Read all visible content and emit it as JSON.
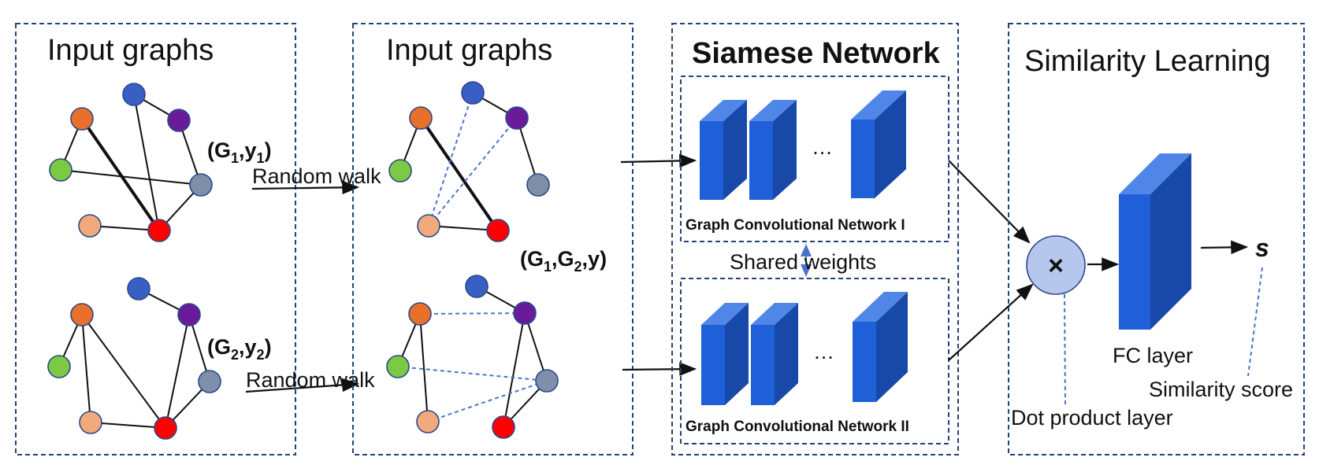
{
  "panels": {
    "input": {
      "title": "Input graphs"
    },
    "walk": {
      "title": "Input graphs"
    },
    "siamese": {
      "title": "Siamese Network"
    },
    "similarity": {
      "title": "Similarity Learning"
    }
  },
  "graph1": {
    "pair_label": {
      "g": "(G",
      "sub1": "1",
      "mid": ",y",
      "sub2": "1",
      "end": ")"
    }
  },
  "graph2": {
    "pair_label": {
      "g": "(G",
      "sub1": "2",
      "mid": ",y",
      "sub2": "2",
      "end": ")"
    }
  },
  "pair_label": {
    "g1": "(G",
    "sub1": "1",
    "g2": ",G",
    "sub2": "2",
    "end": ",y)"
  },
  "random_walk_label": "Random walk",
  "gcn1": {
    "label": "Graph Convolutional Network I",
    "ellipsis": "…"
  },
  "gcn2": {
    "label": "Graph Convolutional Network II",
    "ellipsis": "…"
  },
  "shared_weights_label": "Shared weights",
  "dot_product": {
    "symbol": "×",
    "label": "Dot product layer"
  },
  "fc_layer_label": "FC layer",
  "score": {
    "symbol": "s",
    "label": "Similarity score"
  },
  "colors": {
    "node_orange": "#e8702a",
    "node_blue": "#3a5fc4",
    "node_purple": "#6a1b9a",
    "node_green": "#7cc943",
    "node_gray": "#7f8fa9",
    "node_peach": "#f2a97c",
    "node_red": "#ff0000",
    "layer_front": "#1f5fd8",
    "layer_top": "#4f86e8",
    "layer_side": "#1848a8",
    "dot_circle": "#b7c6ec"
  }
}
